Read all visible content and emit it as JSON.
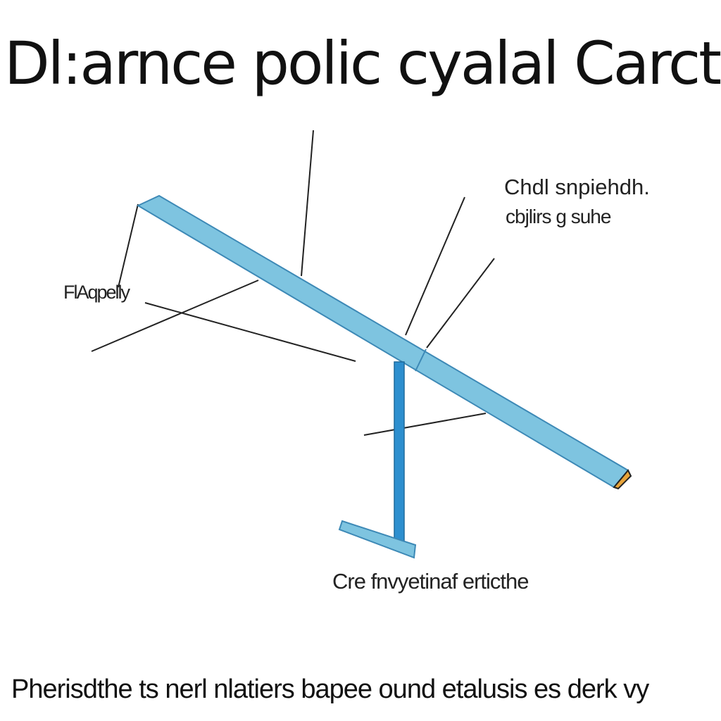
{
  "title": "Dl:arnce polic cyalal Carctr",
  "labels": {
    "top_right_line1": "Chdl snpiehdh.",
    "top_right_line2": "cbjlirs g suhe",
    "left": "FlAqpelly",
    "bottom": "Cre fnvyetinaf erticthe"
  },
  "footer": "Pherisdthe ts nerl nlatiers bapee ound etalusis es derk vy",
  "colors": {
    "bar_fill": "#7ec4e0",
    "bar_edge": "#3d89b6",
    "post": "#2d8fcf",
    "line": "#222222",
    "accent_end": "#e8a43a"
  }
}
